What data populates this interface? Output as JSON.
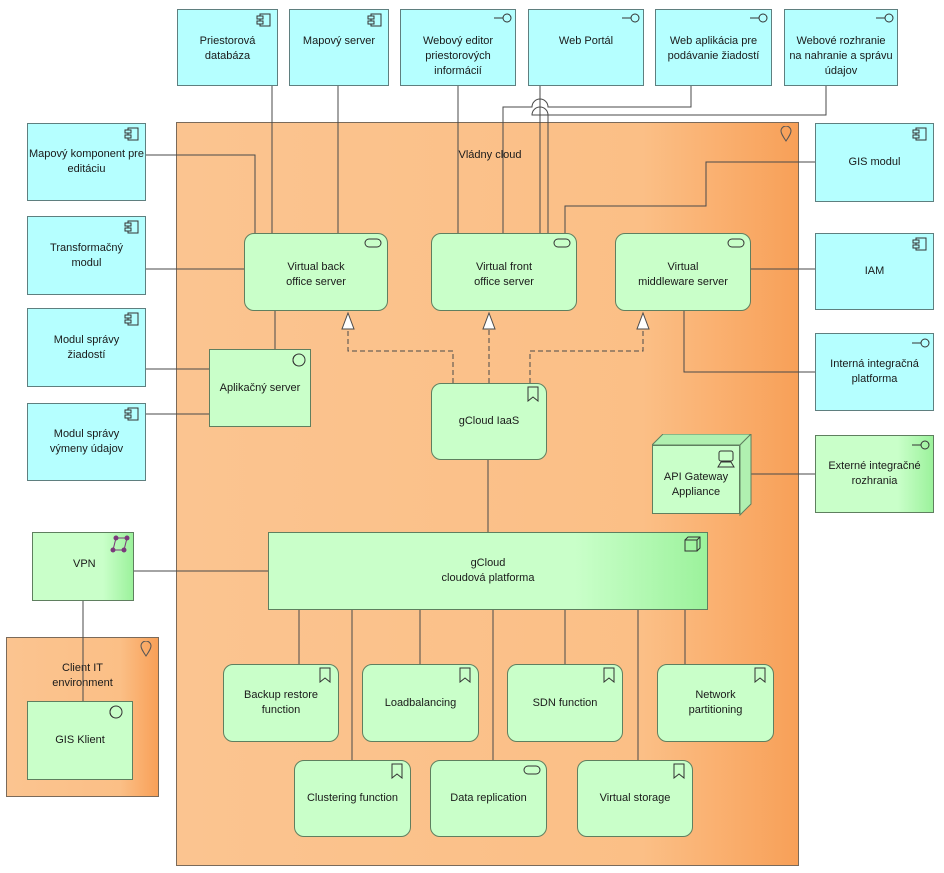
{
  "regions": {
    "cloud_label": "Vládny cloud",
    "client_env_label": "Client IT\nenvironment"
  },
  "top_apps": {
    "spatial_db": "Priestorová\ndatabáza",
    "map_server": "Mapový server",
    "web_editor": "Webový editor\npriestorových\ninformácií",
    "web_portal": "Web Portál",
    "web_app_requests": "Web aplikácia pre\npodávanie žiadostí",
    "web_upload_interface": "Webové rozhranie\nna nahranie a správu\núdajov"
  },
  "left_apps": {
    "map_component": "Mapový komponent pre\neditáciu",
    "transform_module": "Transformačný\nmodul",
    "request_module": "Modul správy\nžiadostí",
    "exchange_module": "Modul správy\nvýmeny údajov"
  },
  "right_apps": {
    "gis_module": "GIS modul",
    "iam": "IAM",
    "internal_integration": "Interná integračná\nplatforma",
    "external_integration": "Externé integračné\nrozhrania"
  },
  "servers": {
    "back_office": "Virtual back\noffice server",
    "front_office": "Virtual front\noffice server",
    "middleware": "Virtual\nmiddleware server",
    "app_server": "Aplikačný server",
    "api_gateway": "API Gateway\nAppliance"
  },
  "platform": {
    "iaas": "gCloud IaaS",
    "cloud_platform": "gCloud\ncloudová platforma",
    "vpn": "VPN",
    "gis_client": "GIS Klient"
  },
  "functions": {
    "backup": "Backup restore\nfunction",
    "loadbalancing": "Loadbalancing",
    "sdn": "SDN function",
    "network_partitioning": "Network\npartitioning",
    "clustering": "Clustering function",
    "data_replication": "Data replication",
    "virtual_storage": "Virtual storage"
  },
  "colors": {
    "application": "#b5ffff",
    "technology": "#c9ffc9",
    "location": "#fbbf86",
    "line": "#4a4a4a"
  }
}
